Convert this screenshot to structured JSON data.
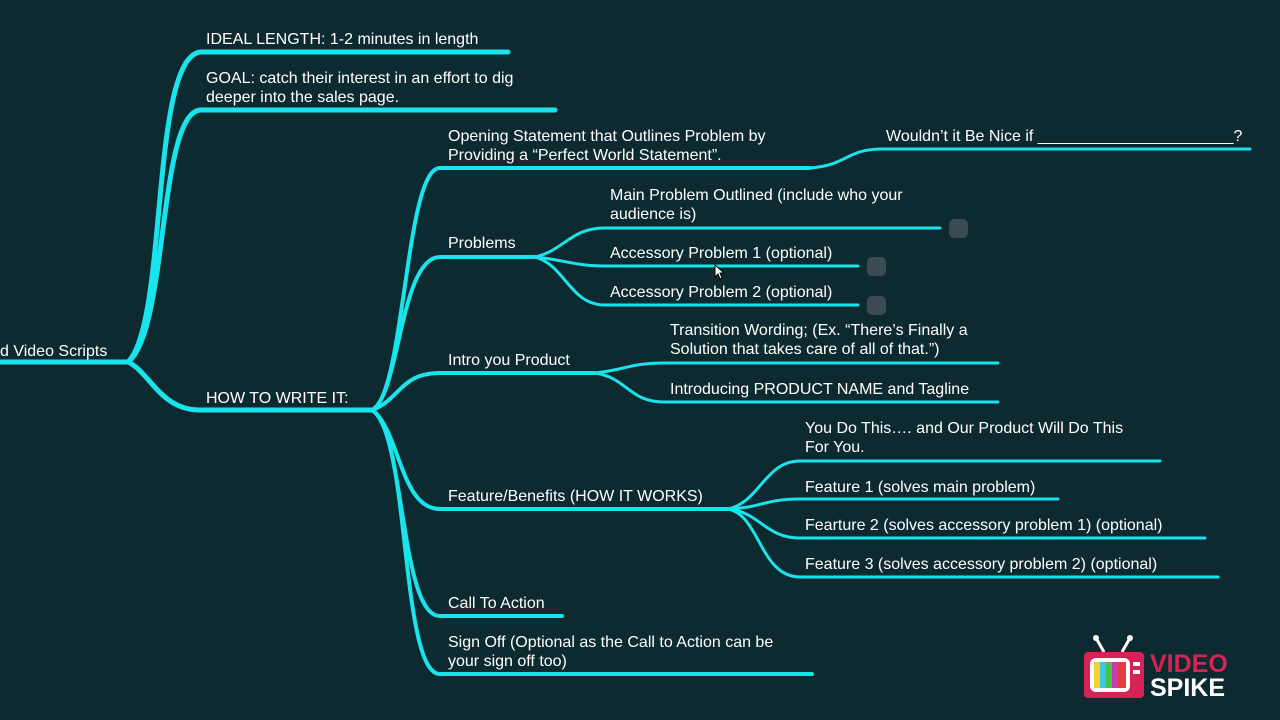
{
  "mindmap": {
    "root": "d Video Scripts",
    "ideal_length": "IDEAL LENGTH: 1-2 minutes in length",
    "goal": [
      "GOAL: catch their interest in an effort to dig",
      "deeper into the sales page."
    ],
    "how_to": "HOW TO WRITE IT:",
    "opening": [
      "Opening Statement that Outlines Problem by",
      "Providing a “Perfect World Statement”."
    ],
    "wouldnt": "Wouldn’t it Be Nice if ______________________?",
    "problems": "Problems",
    "main_problem": [
      "Main Problem Outlined (include who your",
      "audience is)"
    ],
    "accessory1": "Accessory Problem 1 (optional)",
    "accessory2": "Accessory Problem 2 (optional)",
    "intro": "Intro you Product",
    "transition": [
      "Transition Wording; (Ex. “There’s Finally a",
      "Solution that takes care of all of that.”)"
    ],
    "introducing": "Introducing PRODUCT NAME and Tagline",
    "features": "Feature/Benefits (HOW IT WORKS)",
    "you_do": [
      "You Do This…. and Our Product Will Do This",
      "For You."
    ],
    "feature1": "Feature 1 (solves main problem)",
    "feature2": "Fearture 2 (solves accessory problem 1) (optional)",
    "feature3": "Feature 3 (solves accessory problem 2) (optional)",
    "cta": "Call To Action",
    "signoff": [
      "Sign Off (Optional as the Call to Action can be",
      "your sign off too)"
    ]
  },
  "logo": {
    "line1": "VIDEO",
    "line2": "SPIKE"
  },
  "colors": {
    "background": "#0d2a30",
    "branch": "#19e3eb",
    "text": "#ffffff",
    "logo_accent": "#d62355"
  }
}
